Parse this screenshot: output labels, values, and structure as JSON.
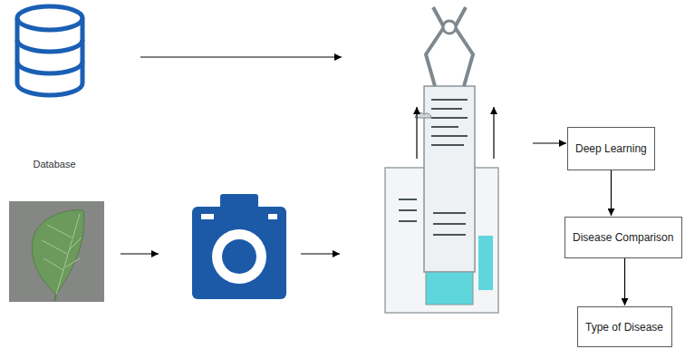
{
  "diagram": {
    "nodes": [
      {
        "text": [
          "Deep Learning"
        ]
      },
      {
        "text": [
          "Disease Comparison"
        ]
      },
      {
        "text": [
          "Type of Disease"
        ]
      }
    ],
    "edges": [
      {
        "from": 0,
        "to": 1,
        "arrow": "to"
      },
      {
        "from": 1,
        "to": 2,
        "arrow": "to"
      }
    ],
    "labels": [
      "Database"
    ]
  }
}
